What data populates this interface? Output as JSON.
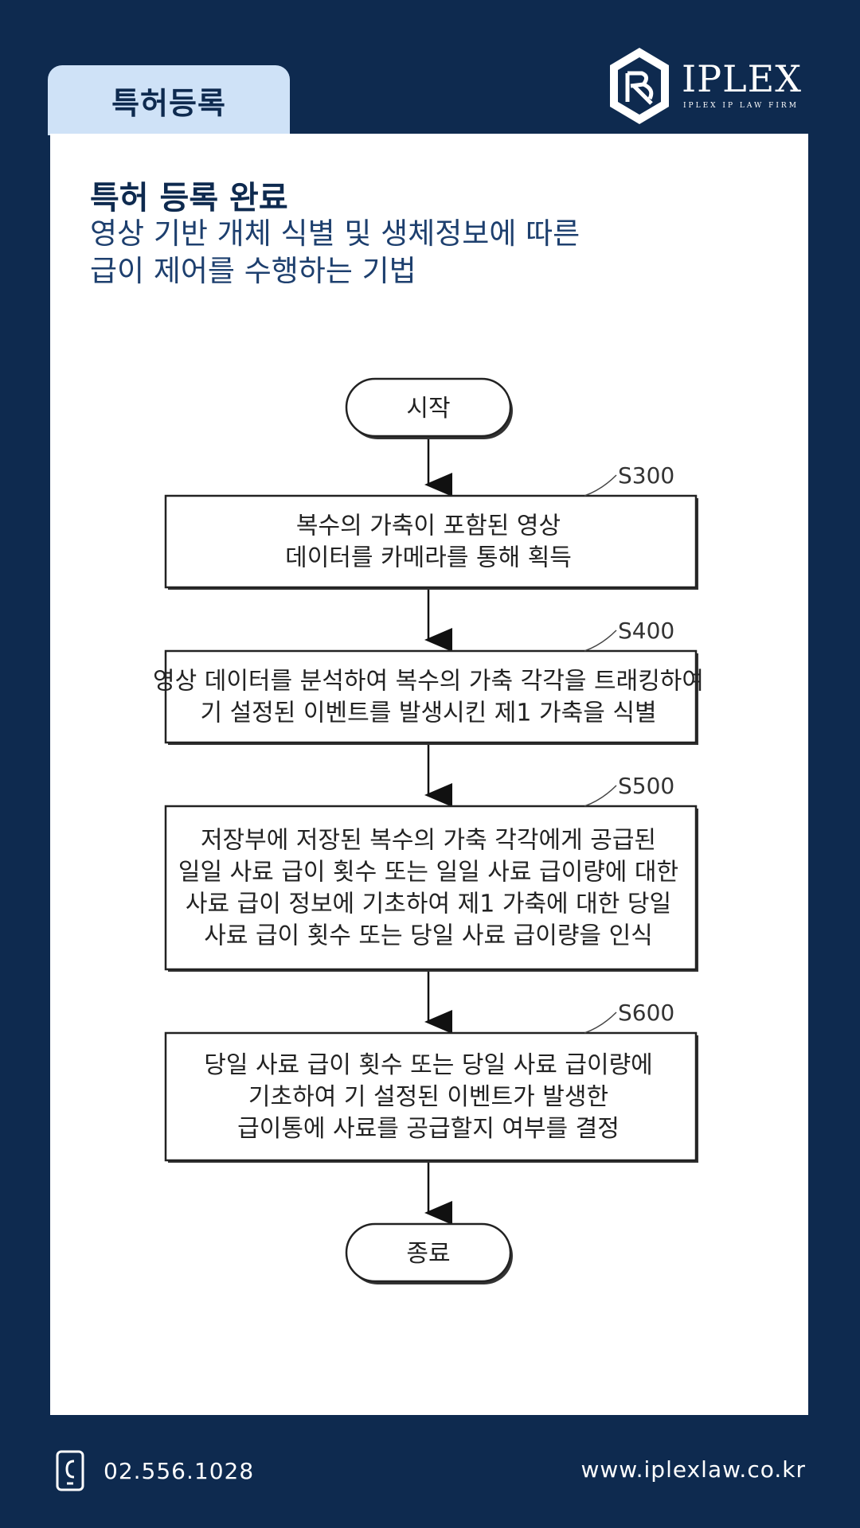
{
  "header": {
    "tab_label": "특허등록",
    "logo_name": "IPLEX",
    "logo_sub": "IPLEX IP LAW FIRM"
  },
  "card": {
    "title": "특허 등록 완료",
    "subtitle_line1": "영상 기반 개체 식별 및 생체정보에 따른",
    "subtitle_line2": "급이 제어를 수행하는 기법"
  },
  "flowchart": {
    "start": "시작",
    "end": "종료",
    "steps": [
      {
        "id": "S300",
        "lines": [
          "복수의 가축이 포함된 영상",
          "데이터를 카메라를 통해 획득"
        ]
      },
      {
        "id": "S400",
        "lines": [
          "영상 데이터를 분석하여 복수의 가축 각각을 트래킹하여",
          "기 설정된 이벤트를 발생시킨 제1 가축을 식별"
        ]
      },
      {
        "id": "S500",
        "lines": [
          "저장부에 저장된 복수의 가축 각각에게 공급된",
          "일일 사료 급이 횟수 또는 일일 사료 급이량에 대한",
          "사료 급이 정보에 기초하여 제1 가축에 대한 당일",
          "사료 급이 횟수 또는 당일 사료 급이량을 인식"
        ]
      },
      {
        "id": "S600",
        "lines": [
          "당일 사료 급이 횟수 또는 당일 사료 급이량에",
          "기초하여 기 설정된 이벤트가 발생한",
          "급이통에 사료를 공급할지 여부를 결정"
        ]
      }
    ]
  },
  "footer": {
    "phone": "02.556.1028",
    "website": "www.iplexlaw.co.kr",
    "phone_icon": "phone-icon"
  },
  "colors": {
    "background": "#0e2a4f",
    "tab": "#cfe2f7",
    "card": "#ffffff",
    "title": "#0e2a4f"
  }
}
